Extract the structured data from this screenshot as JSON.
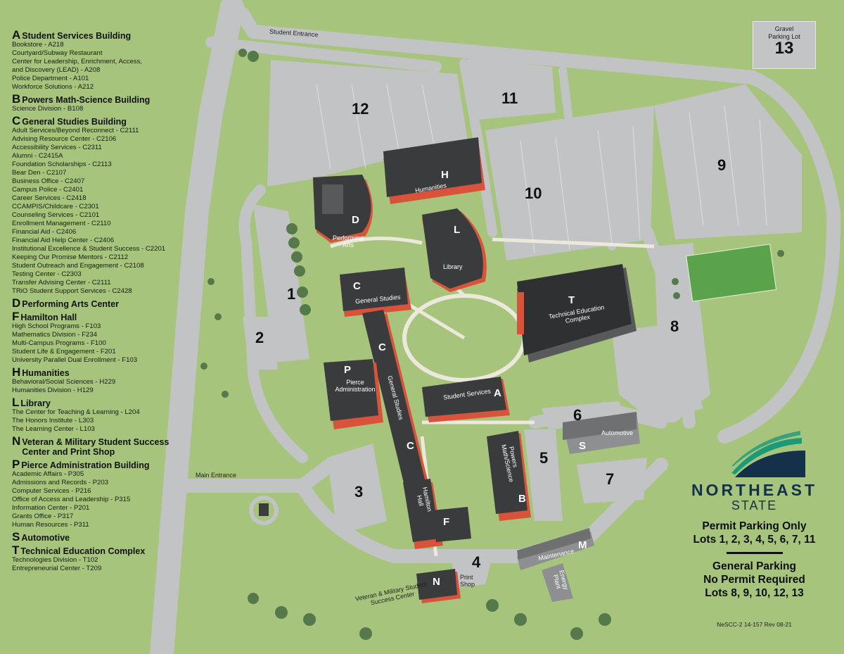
{
  "map": {
    "title": "Northeast State Campus Map",
    "colors": {
      "grass": "#a6c47c",
      "pavement": "#c2c3c5",
      "building_roof": "#3a3b3d",
      "building_wall": "#d9533b",
      "walkway": "#ece8dc",
      "tree": "#55794a",
      "brand_navy": "#14304a",
      "brand_teal": "#1b9a7a"
    }
  },
  "legend": [
    {
      "letter": "A",
      "title": "Student Services Building",
      "items": [
        "Bookstore - A218",
        "Courtyard/Subway Restaurant",
        "Center for Leadership, Enrichment, Access,",
        "and Discovery (LEAD) - A208",
        "Police Department - A101",
        "Workforce Solutions - A212"
      ]
    },
    {
      "letter": "B",
      "title": "Powers Math-Science Building",
      "items": [
        "Science Division - B108"
      ]
    },
    {
      "letter": "C",
      "title": "General Studies Building",
      "items": [
        "Adult Services/Beyond Reconnect - C2111",
        "Advising Resource Center - C2106",
        "Accessibility Services - C2311",
        "Alumni - C2415A",
        "Foundation Scholarships - C2113",
        "Bear Den - C2107",
        "Business Office - C2407",
        "Campus Police - C2401",
        "Career Services - C2418",
        "CCAMPIS/Childcare  - C2301",
        "Counseling Services - C2101",
        "Enrollment Management - C2110",
        "Financial Aid - C2406",
        "Financial Aid Help Center - C2406",
        "Institutional Excellence  & Student Success - C2201",
        "Keeping Our Promise Mentors - C2112",
        "Student Outreach and Engagement - C2108",
        "Testing Center - C2303",
        "Transfer Advising Center - C2111",
        "TRiO Student Support Services - C2428"
      ]
    },
    {
      "letter": "D",
      "title": "Performing Arts Center",
      "items": []
    },
    {
      "letter": "F",
      "title": "Hamilton Hall",
      "items": [
        "High School Programs - F103",
        "Mathematics Division - F234",
        "Multi-Campus Programs - F100",
        "Student Life & Engagement - F201",
        "University Parallel Dual Enrollment - F103"
      ]
    },
    {
      "letter": "H",
      "title": "Humanities",
      "items": [
        "Behavioral/Social Sciences - H229",
        "Humanities Division - H129"
      ]
    },
    {
      "letter": "L",
      "title": "Library",
      "items": [
        "The Center for Teaching & Learning - L204",
        "The Honors Institute - L303",
        "The Learning Center - L103"
      ]
    },
    {
      "letter": "N",
      "title": "Veteran & Military Student Success Center and Print Shop",
      "items": []
    },
    {
      "letter": "P",
      "title": "Pierce Administration Building",
      "items": [
        "Academic Affairs - P305",
        "Admissions and Records - P203",
        "Computer Services - P216",
        "Office of Access and Leadership - P315",
        "Information Center - P201",
        "Grants Office - P317",
        "Human Resources - P311"
      ]
    },
    {
      "letter": "S",
      "title": "Automotive",
      "items": []
    },
    {
      "letter": "T",
      "title": "Technical Education Complex",
      "items": [
        "Technologies Division - T102",
        "Entrepreneurial Center - T209"
      ]
    }
  ],
  "lots": {
    "l1": "1",
    "l2": "2",
    "l3": "3",
    "l4": "4",
    "l5": "5",
    "l6": "6",
    "l7": "7",
    "l8": "8",
    "l9": "9",
    "l10": "10",
    "l11": "11",
    "l12": "12"
  },
  "gravel_lot": {
    "text": "Gravel Parking Lot",
    "number": "13"
  },
  "buildings": {
    "H": {
      "letter": "H",
      "name": "Humanities"
    },
    "D": {
      "letter": "D",
      "name": "Performing Arts"
    },
    "L": {
      "letter": "L",
      "name": "Library"
    },
    "C1": {
      "letter": "C",
      "name": "General Studies"
    },
    "C2": {
      "letter": "C",
      "name": ""
    },
    "C3": {
      "letter": "C",
      "name": "General Studies"
    },
    "T": {
      "letter": "T",
      "name": "Technical Education Complex"
    },
    "P": {
      "letter": "P",
      "name": "Pierce Administration"
    },
    "A": {
      "letter": "A",
      "name": "Student Services"
    },
    "B": {
      "letter": "B",
      "name": "Powers Math/Science"
    },
    "F": {
      "letter": "F",
      "name": "Hamilton Hall"
    },
    "S": {
      "letter": "S",
      "name": "Automotive"
    },
    "M": {
      "letter": "M",
      "name": "Maintenance"
    },
    "EP": {
      "name": "Energy Plant"
    },
    "N": {
      "letter": "N",
      "name": "Veteran & Military Student Success Center",
      "annex": "Print Shop"
    }
  },
  "labels": {
    "student_entrance": "Student Entrance",
    "main_entrance": "Main Entrance"
  },
  "brand": {
    "name": "NORTHEAST",
    "sub": "STATE"
  },
  "parking_info": {
    "permit_title": "Permit Parking Only",
    "permit_lots": "Lots 1, 2, 3, 4, 5, 6, 7, 11",
    "general_title": "General Parking",
    "general_sub": "No Permit Required",
    "general_lots": "Lots 8, 9, 10, 12, 13"
  },
  "doc_code": "NeSCC-2 14-157 Rev 08-21"
}
